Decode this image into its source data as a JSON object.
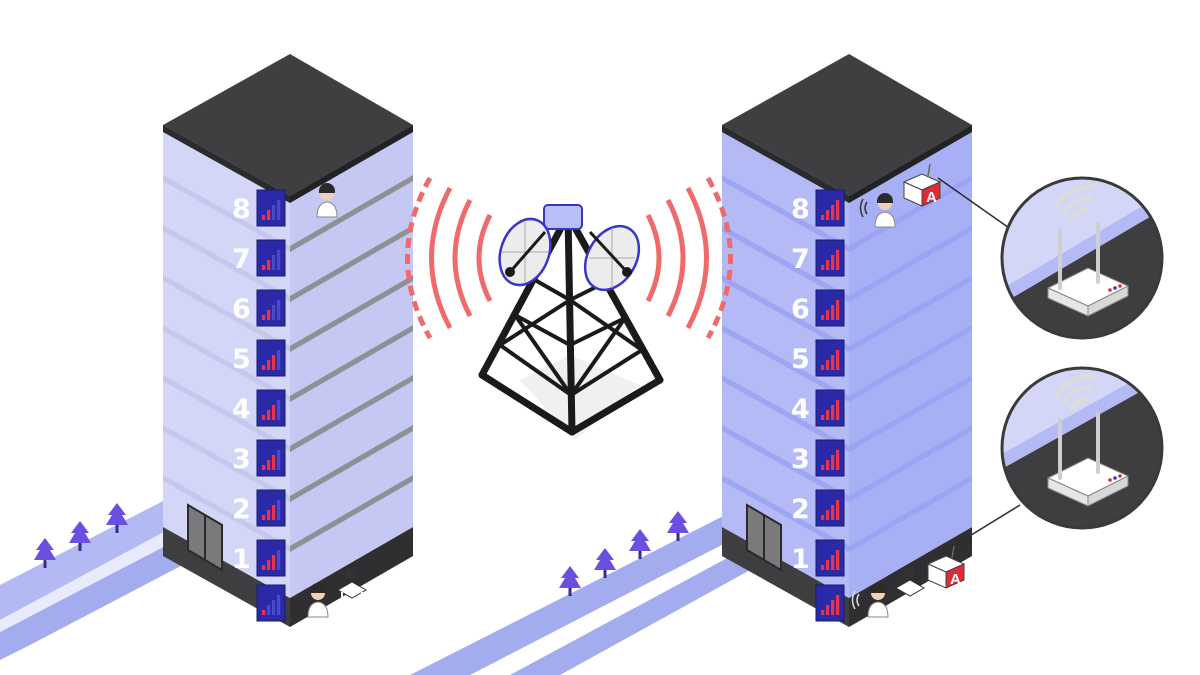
{
  "colors": {
    "roof": "#3f3f41",
    "roof_edge": "#2b2b2d",
    "glass_left": "#d3d6f6",
    "glass_right": "#b3baf6",
    "slab_left": "#8a8a8a",
    "slab_right": "#9aa2f5",
    "accent": "#3b34c9",
    "signal_bars": "#e8344a",
    "signal_waves": "#ef6b6b",
    "road": "#a4acf0",
    "tree": "#6a4fe0"
  },
  "left_building": {
    "floors": [
      {
        "label": "8",
        "signal_level": 2
      },
      {
        "label": "7",
        "signal_level": 2
      },
      {
        "label": "6",
        "signal_level": 2
      },
      {
        "label": "5",
        "signal_level": 3
      },
      {
        "label": "4",
        "signal_level": 3
      },
      {
        "label": "3",
        "signal_level": 3
      },
      {
        "label": "2",
        "signal_level": 3
      },
      {
        "label": "1",
        "signal_level": 3
      }
    ],
    "ground_signal_level": 1
  },
  "right_building": {
    "floors": [
      {
        "label": "8",
        "signal_level": 4
      },
      {
        "label": "7",
        "signal_level": 4
      },
      {
        "label": "6",
        "signal_level": 4
      },
      {
        "label": "5",
        "signal_level": 4
      },
      {
        "label": "4",
        "signal_level": 4
      },
      {
        "label": "3",
        "signal_level": 4
      },
      {
        "label": "2",
        "signal_level": 4
      },
      {
        "label": "1",
        "signal_level": 4
      }
    ],
    "ground_signal_level": 4
  },
  "repeater_logo": "A",
  "icons": [
    "cell-tower-icon",
    "satellite-dish-icon",
    "router-icon",
    "person-icon",
    "signal-strength-icon",
    "tree-icon"
  ]
}
